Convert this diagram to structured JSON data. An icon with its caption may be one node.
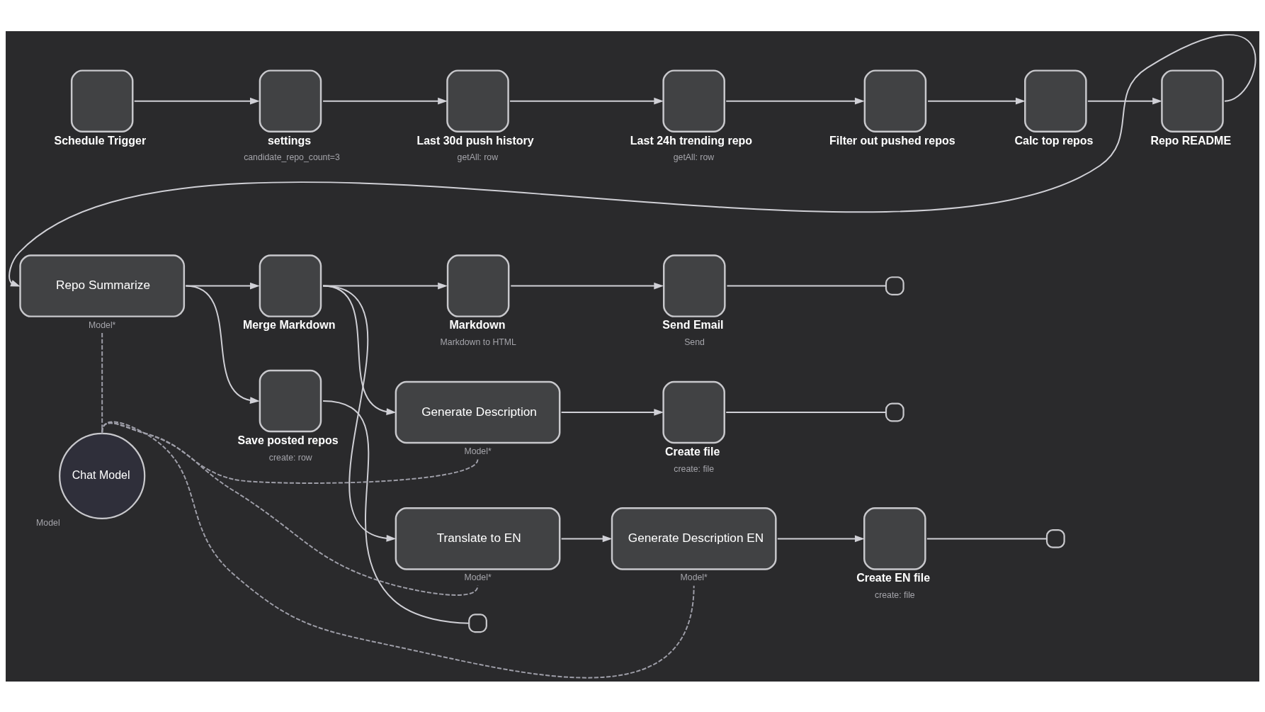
{
  "diagram": {
    "nodes": [
      {
        "text": [
          "Schedule Trigger"
        ]
      },
      {
        "text": [
          "settings"
        ],
        "beside": [
          "candidate_repo_count=3"
        ]
      },
      {
        "text": [
          "Last 30d push history"
        ],
        "beside": [
          "getAll: row"
        ]
      },
      {
        "text": [
          "Last 24h trending repo"
        ],
        "beside": [
          "getAll: row"
        ]
      },
      {
        "text": [
          "Filter out pushed repos"
        ]
      },
      {
        "text": [
          "Calc top repos"
        ]
      },
      {
        "text": [
          "Repo README"
        ]
      },
      {
        "text": [
          "Repo Summarize"
        ],
        "beside": [
          "Model*"
        ]
      },
      {
        "text": [
          "Merge Markdown"
        ]
      },
      {
        "text": [
          "Markdown"
        ],
        "beside": [
          "Markdown to HTML"
        ]
      },
      {
        "text": [
          "Send Email"
        ],
        "beside": [
          "Send"
        ]
      },
      {
        "text": [],
        "shape": "box"
      },
      {
        "text": [
          "Generate Description"
        ],
        "beside": [
          "Model*"
        ]
      },
      {
        "text": [
          "Create file"
        ],
        "beside": [
          "create: file"
        ]
      },
      {
        "text": [],
        "shape": "box"
      },
      {
        "text": [
          "Save posted repos"
        ],
        "beside": [
          "create: row"
        ]
      },
      {
        "text": [],
        "shape": "box"
      },
      {
        "text": [
          "Translate to EN"
        ],
        "beside": [
          "Model*"
        ]
      },
      {
        "text": [
          "Generate Description EN"
        ],
        "beside": [
          "Model*"
        ]
      },
      {
        "text": [
          "Create EN file"
        ],
        "beside": [
          "create: file"
        ]
      },
      {
        "text": [],
        "shape": "box"
      },
      {
        "text": [
          "Chat Model"
        ],
        "beside": [
          "Model"
        ]
      }
    ],
    "edges": [
      {
        "from": 0,
        "to": 1,
        "arrow": "to"
      },
      {
        "from": 1,
        "to": 2,
        "arrow": "to"
      },
      {
        "from": 2,
        "to": 3,
        "arrow": "to"
      },
      {
        "from": 3,
        "to": 4,
        "arrow": "to"
      },
      {
        "from": 4,
        "to": 5,
        "arrow": "to"
      },
      {
        "from": 5,
        "to": 6,
        "arrow": "to"
      },
      {
        "from": 6,
        "to": 7,
        "arrow": "to"
      },
      {
        "from": 7,
        "to": 8,
        "arrow": "to"
      },
      {
        "from": 7,
        "to": 15,
        "arrow": "to"
      },
      {
        "from": 8,
        "to": 9,
        "arrow": "to"
      },
      {
        "from": 8,
        "to": 12,
        "arrow": "to"
      },
      {
        "from": 8,
        "to": 17,
        "arrow": "to"
      },
      {
        "from": 9,
        "to": 10,
        "arrow": "to"
      },
      {
        "from": 10,
        "to": 11,
        "arrow": "none"
      },
      {
        "from": 12,
        "to": 13,
        "arrow": "to"
      },
      {
        "from": 13,
        "to": 14,
        "arrow": "none"
      },
      {
        "from": 15,
        "to": 16,
        "arrow": "none"
      },
      {
        "from": 17,
        "to": 18,
        "arrow": "to"
      },
      {
        "from": 18,
        "to": 19,
        "arrow": "to"
      },
      {
        "from": 19,
        "to": 20,
        "arrow": "none"
      },
      {
        "from": 21,
        "to": 7,
        "arrow": "none",
        "style": "dashed",
        "color": "#9e9ea8"
      },
      {
        "from": 21,
        "to": 12,
        "arrow": "none",
        "style": "dashed",
        "color": "#9e9ea8"
      },
      {
        "from": 21,
        "to": 17,
        "arrow": "none",
        "style": "dashed",
        "color": "#9e9ea8"
      },
      {
        "from": 21,
        "to": 18,
        "arrow": "none",
        "style": "dashed",
        "color": "#9e9ea8"
      }
    ]
  }
}
